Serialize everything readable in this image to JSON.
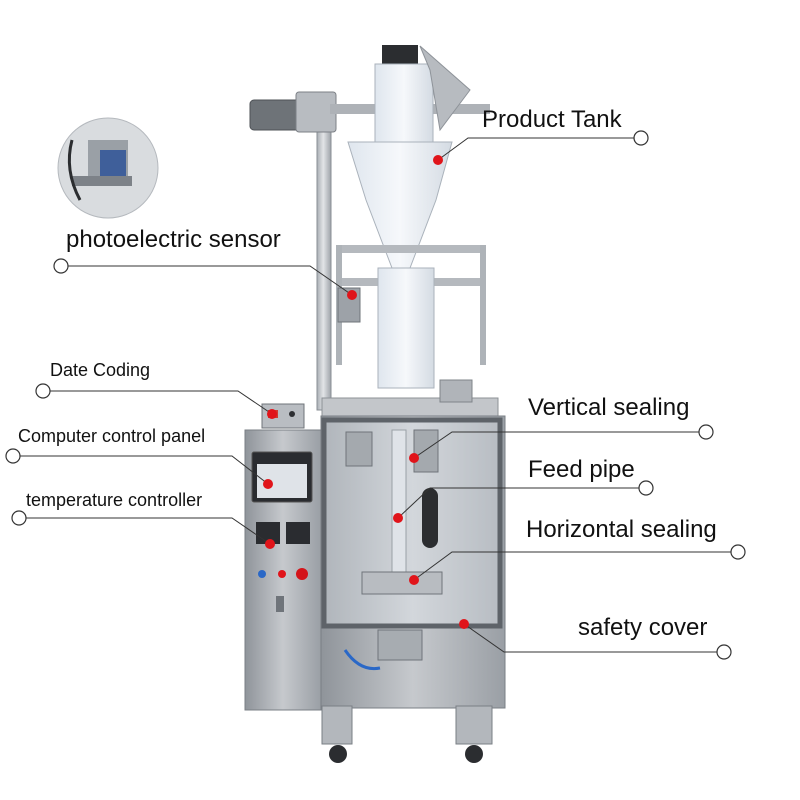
{
  "labels": {
    "product_tank": "Product Tank",
    "photoelectric_sensor": "photoelectric sensor",
    "date_coding": "Date Coding",
    "computer_control_panel": "Computer control panel",
    "temperature_controller": "temperature controller",
    "vertical_sealing": "Vertical sealing",
    "feed_pipe": "Feed pipe",
    "horizontal_sealing": "Horizontal sealing",
    "safety_cover": "safety cover"
  },
  "colors": {
    "marker": "#e0141a",
    "leader_line": "#333333",
    "steel": "#c9ccd0",
    "steel_dark": "#8e9399",
    "background": "#ffffff"
  },
  "icons": {
    "endpoint": "hollow-circle",
    "marker": "red-dot"
  }
}
